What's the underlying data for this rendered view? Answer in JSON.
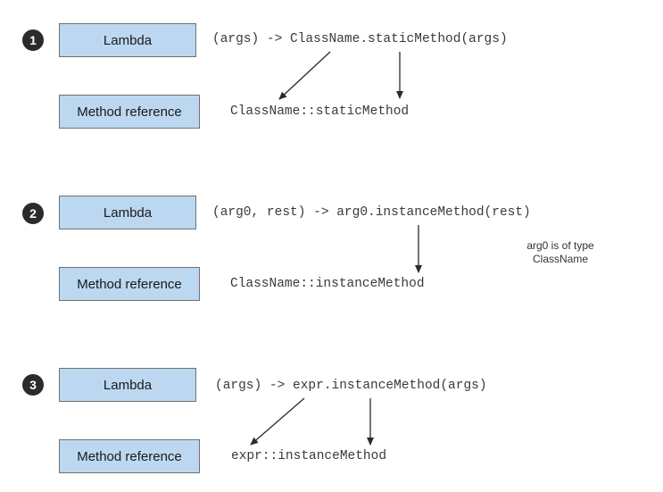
{
  "rows": [
    {
      "number": "1",
      "lambda_label": "Lambda",
      "lambda_code": "(args) -> ClassName.staticMethod(args)",
      "mref_label": "Method reference",
      "mref_code": "ClassName::staticMethod"
    },
    {
      "number": "2",
      "lambda_label": "Lambda",
      "lambda_code": "(arg0, rest) -> arg0.instanceMethod(rest)",
      "mref_label": "Method reference",
      "mref_code": "ClassName::instanceMethod",
      "note_line1": "arg0 is of type",
      "note_line2": "ClassName"
    },
    {
      "number": "3",
      "lambda_label": "Lambda",
      "lambda_code": "(args) -> expr.instanceMethod(args)",
      "mref_label": "Method reference",
      "mref_code": "expr::instanceMethod"
    }
  ],
  "colors": {
    "box_fill": "#bcd8f1",
    "box_border": "#707070",
    "badge": "#2b2b2b",
    "arrow": "#2a2a2a"
  }
}
